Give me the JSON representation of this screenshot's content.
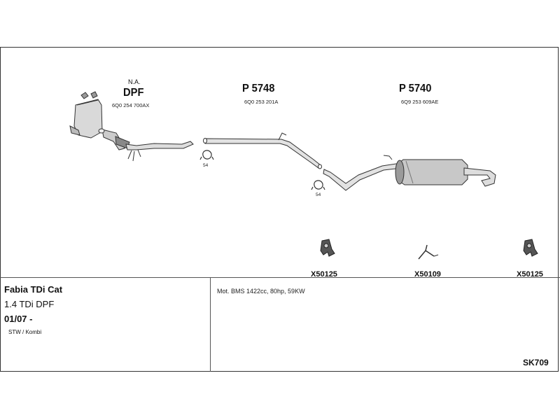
{
  "components": {
    "dpf": {
      "note": "N.A.",
      "title": "DPF",
      "part_number": "6Q0 254 700AX"
    },
    "middle_pipe": {
      "title": "P 5748",
      "part_number": "6Q0 253 201A"
    },
    "rear_silencer": {
      "title": "P 5740",
      "part_number": "6Q9 253 609AE"
    }
  },
  "clamps": [
    {
      "label": "54"
    },
    {
      "label": "54"
    }
  ],
  "hangers": [
    {
      "code": "X50125"
    },
    {
      "code": "X50109"
    },
    {
      "code": "X50125"
    }
  ],
  "vehicle": {
    "model": "Fabia TDi Cat",
    "engine": "1.4 TDi DPF",
    "date": "01/07 -",
    "body": "STW / Kombi"
  },
  "motor_info": "Mot. BMS 1422cc, 80hp, 59KW",
  "kit_code": "SK709",
  "colors": {
    "line": "#333333",
    "part_fill": "#d9d9d9",
    "dark_fill": "#555555",
    "background": "#ffffff"
  }
}
